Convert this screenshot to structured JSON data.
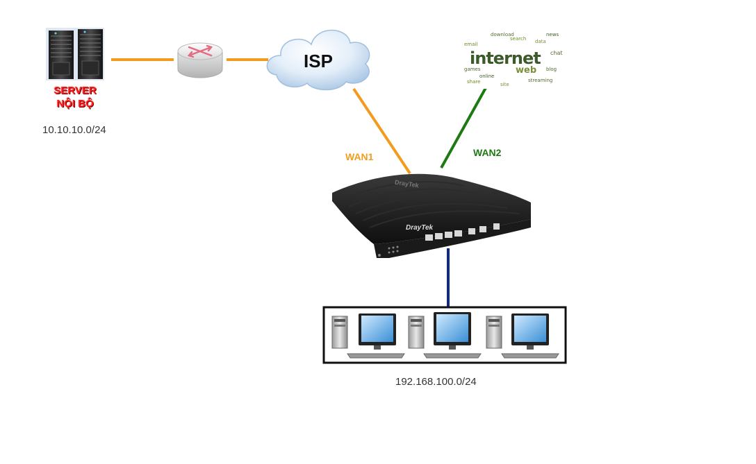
{
  "server": {
    "title_line1": "SERVER",
    "title_line2": "NỘI BỘ",
    "subnet": "10.10.10.0/24",
    "icon": "server-rack-icon"
  },
  "internal_router": {
    "icon": "router-icon"
  },
  "isp": {
    "label": "ISP",
    "icon": "cloud-icon"
  },
  "internet": {
    "icon": "word-cloud-icon",
    "main_word": "internet",
    "secondary_word": "web",
    "small_words": [
      "download",
      "email",
      "games",
      "chat",
      "data",
      "online",
      "search",
      "streaming",
      "blog",
      "site",
      "news",
      "share"
    ]
  },
  "links": {
    "wan1": {
      "label": "WAN1",
      "color": "#f39b1e"
    },
    "wan2": {
      "label": "WAN2",
      "color": "#1d7a12"
    },
    "lan": {
      "color": "#0d2a8a"
    },
    "server_link": {
      "color": "#f39b1e"
    }
  },
  "gateway": {
    "icon": "draytek-router-icon",
    "brand": "DrayTek"
  },
  "lan": {
    "subnet": "192.168.100.0/24",
    "icon": "workstations-icon"
  },
  "colors": {
    "accent_orange": "#f39b1e",
    "accent_green": "#1d7a12",
    "accent_blue": "#0d2a8a",
    "server_red": "#ff1d1d"
  }
}
